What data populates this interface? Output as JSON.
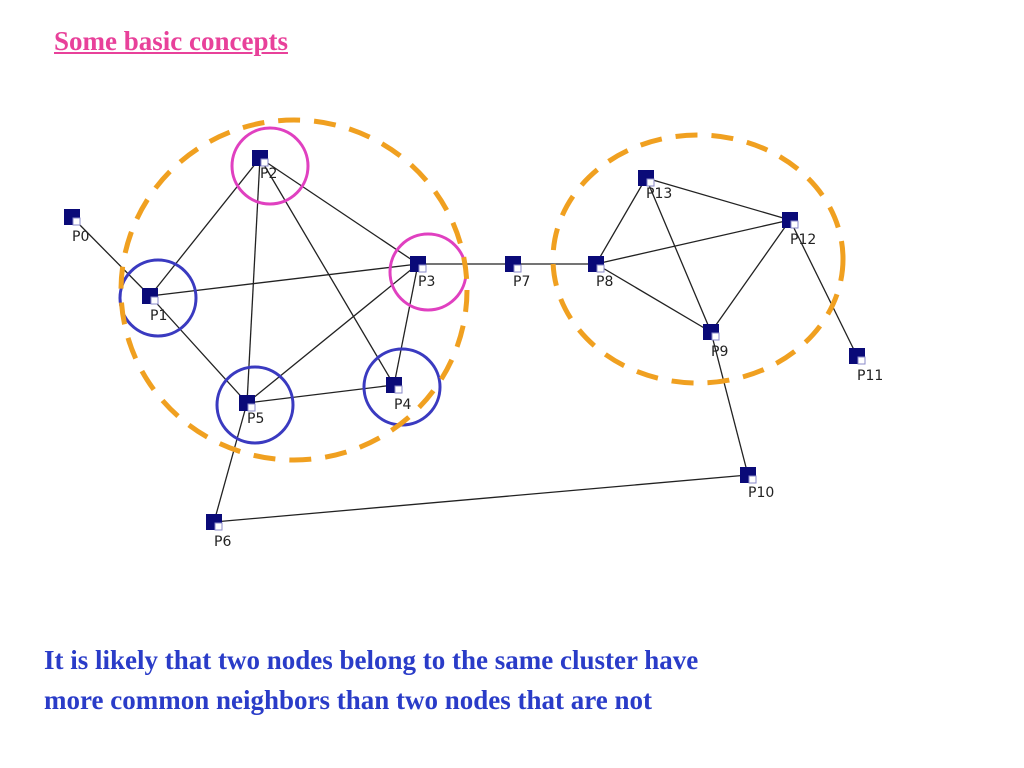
{
  "title": "Some basic concepts",
  "colors": {
    "title": "#e8419a",
    "caption": "#2a3cc8",
    "node_marker": "#0a0a78",
    "edge": "#222222",
    "cluster_outline": "#f0a020",
    "highlight_pink": "#e040c0",
    "highlight_blue": "#3a3ac0"
  },
  "graph": {
    "nodes": [
      "P0",
      "P1",
      "P2",
      "P3",
      "P4",
      "P5",
      "P6",
      "P7",
      "P8",
      "P9",
      "P10",
      "P11",
      "P12",
      "P13"
    ],
    "edges": [
      [
        "P0",
        "P1"
      ],
      [
        "P1",
        "P2"
      ],
      [
        "P1",
        "P3"
      ],
      [
        "P1",
        "P5"
      ],
      [
        "P2",
        "P3"
      ],
      [
        "P2",
        "P4"
      ],
      [
        "P2",
        "P5"
      ],
      [
        "P3",
        "P4"
      ],
      [
        "P3",
        "P5"
      ],
      [
        "P3",
        "P7"
      ],
      [
        "P4",
        "P5"
      ],
      [
        "P5",
        "P6"
      ],
      [
        "P6",
        "P10"
      ],
      [
        "P7",
        "P8"
      ],
      [
        "P8",
        "P9"
      ],
      [
        "P8",
        "P12"
      ],
      [
        "P8",
        "P13"
      ],
      [
        "P9",
        "P10"
      ],
      [
        "P9",
        "P12"
      ],
      [
        "P9",
        "P13"
      ],
      [
        "P12",
        "P13"
      ],
      [
        "P12",
        "P11"
      ]
    ],
    "clusters": [
      [
        "P1",
        "P2",
        "P3",
        "P4",
        "P5"
      ],
      [
        "P8",
        "P9",
        "P12",
        "P13"
      ]
    ],
    "highlighted_pink": [
      "P2",
      "P3"
    ],
    "highlighted_blue": [
      "P1",
      "P4",
      "P5"
    ]
  },
  "caption": {
    "line1": "It is likely that two nodes belong to the same cluster have",
    "line2": "more common neighbors than two nodes that are not"
  }
}
